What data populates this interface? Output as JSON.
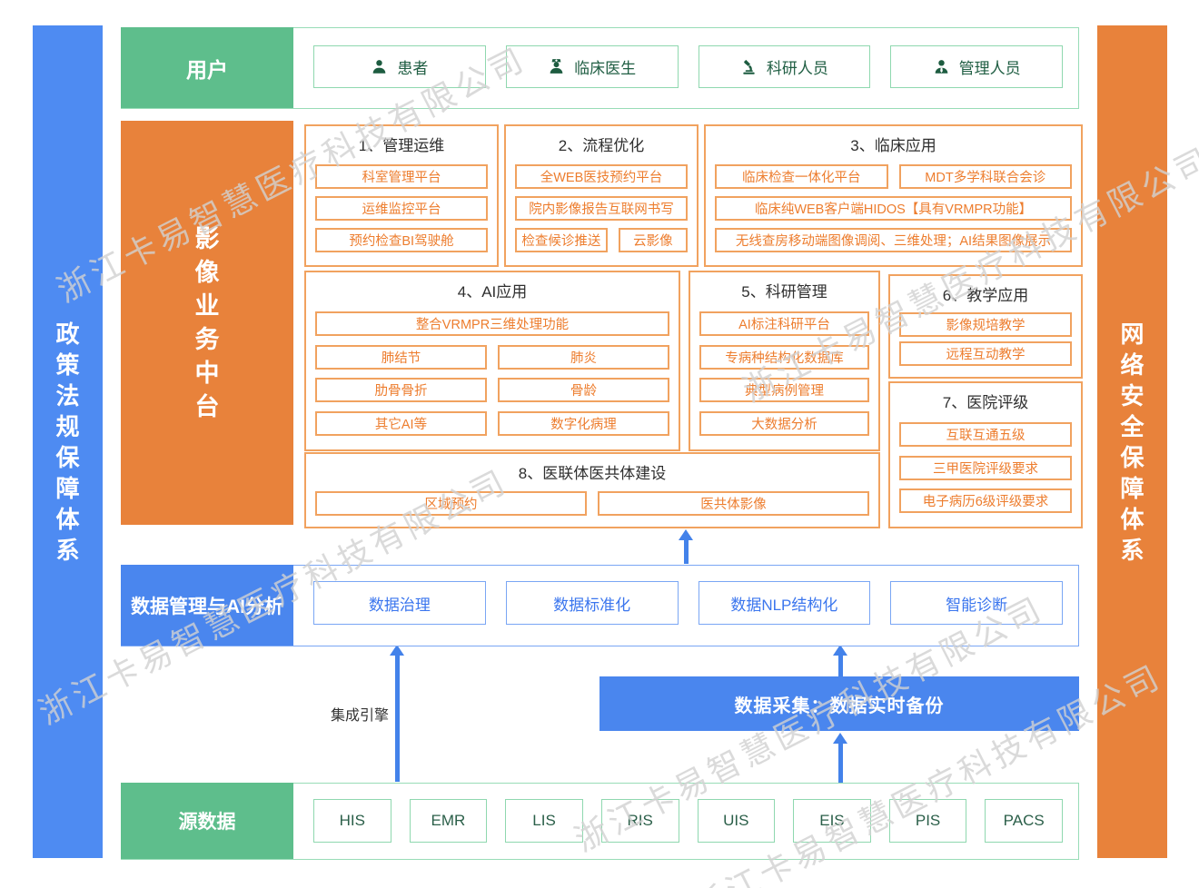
{
  "watermark": {
    "text": "浙江卡易智慧医疗科技有限公司"
  },
  "side_bars": {
    "left": {
      "text": "政策法规保障体系",
      "color": "#4E8BF2"
    },
    "right": {
      "text": "网络安全保障体系",
      "color": "#E8823B"
    }
  },
  "users_row": {
    "label": "用户",
    "items": [
      {
        "icon": "patient-icon",
        "label": "患者"
      },
      {
        "icon": "doctor-icon",
        "label": "临床医生"
      },
      {
        "icon": "microscope-icon",
        "label": "科研人员"
      },
      {
        "icon": "admin-icon",
        "label": "管理人员"
      }
    ]
  },
  "platform": {
    "label": "影像业务中台",
    "sections": [
      {
        "title": "1、管理运维",
        "rows": [
          [
            "科室管理平台"
          ],
          [
            "运维监控平台"
          ],
          [
            "预约检查BI驾驶舱"
          ]
        ]
      },
      {
        "title": "2、流程优化",
        "rows": [
          [
            "全WEB医技预约平台"
          ],
          [
            "院内影像报告互联网书写"
          ],
          [
            "检查候诊推送",
            "云影像"
          ]
        ]
      },
      {
        "title": "3、临床应用",
        "rows": [
          [
            "临床检查一体化平台",
            "MDT多学科联合会诊"
          ],
          [
            "临床纯WEB客户端HIDOS【具有VRMPR功能】"
          ],
          [
            "无线查房移动端图像调阅、三维处理；AI结果图像展示"
          ]
        ]
      },
      {
        "title": "4、AI应用",
        "rows": [
          [
            "整合VRMPR三维处理功能"
          ],
          [
            "肺结节",
            "肺炎"
          ],
          [
            "肋骨骨折",
            "骨龄"
          ],
          [
            "其它AI等",
            "数字化病理"
          ]
        ]
      },
      {
        "title": "5、科研管理",
        "rows": [
          [
            "AI标注科研平台"
          ],
          [
            "专病种结构化数据库"
          ],
          [
            "典型病例管理"
          ],
          [
            "大数据分析"
          ]
        ]
      },
      {
        "title": "6、教学应用",
        "rows": [
          [
            "影像规培教学"
          ],
          [
            "远程互动教学"
          ]
        ]
      },
      {
        "title": "7、医院评级",
        "rows": [
          [
            "互联互通五级"
          ],
          [
            "三甲医院评级要求"
          ],
          [
            "电子病历6级评级要求"
          ]
        ]
      },
      {
        "title": "8、医联体医共体建设",
        "rows": [
          [
            "区域预约",
            "医共体影像"
          ]
        ]
      }
    ]
  },
  "data_mgmt": {
    "label": "数据管理与AI分析",
    "items": [
      "数据治理",
      "数据标准化",
      "数据NLP结构化",
      "智能诊断"
    ]
  },
  "integration": {
    "label": "集成引擎"
  },
  "data_collect": {
    "label": "数据采集：数据实时备份"
  },
  "source_row": {
    "label": "源数据",
    "items": [
      "HIS",
      "EMR",
      "LIS",
      "RIS",
      "UIS",
      "EIS",
      "PIS",
      "PACS"
    ]
  },
  "colors": {
    "green": "#5EBE8C",
    "green_border": "#8FD8AF",
    "green_text": "#215F44",
    "orange": "#E8823B",
    "orange_border": "#F1A25F",
    "orange_text": "#ED7D2E",
    "blue": "#4A86EE",
    "blue_border": "#7AA6F4",
    "blue_text": "#3B76EE",
    "arrow_blue": "#4382EA",
    "section_title_text": "#2F2F2F",
    "watermark_gray": "#D2D2D2"
  }
}
